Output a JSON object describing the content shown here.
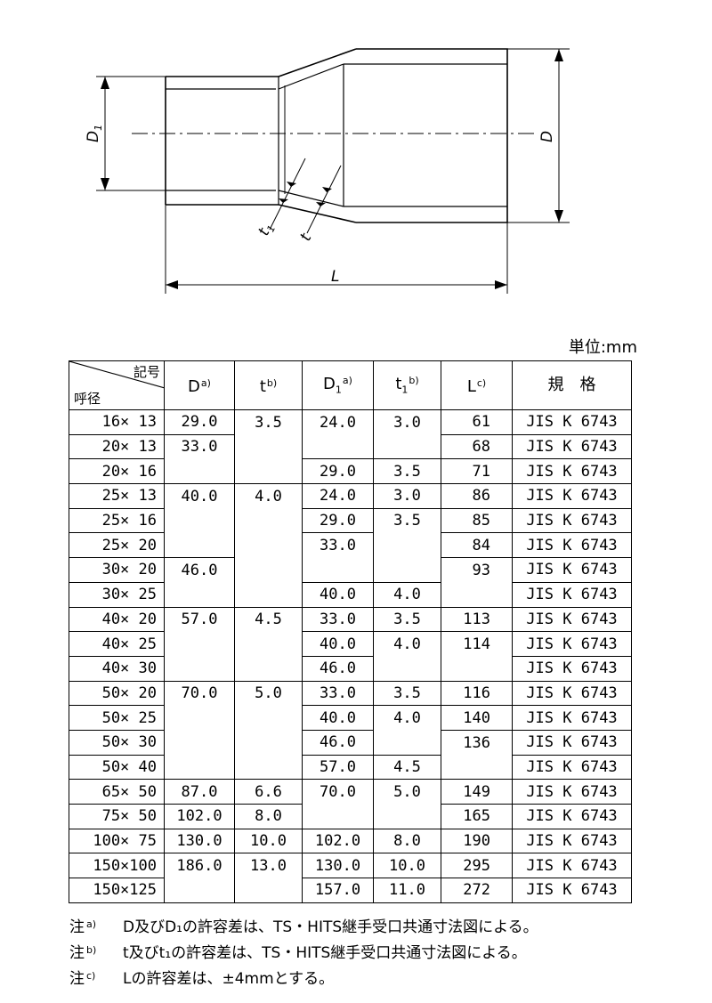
{
  "drawing": {
    "labels": {
      "d1": "D",
      "d1_sub": "1",
      "d": "D",
      "t1": "t",
      "t1_sub": "1",
      "t": "t",
      "l": "L"
    }
  },
  "unit_label": "単位:mm",
  "table": {
    "corner_top": "記号",
    "corner_bottom": "呼径",
    "headers": [
      {
        "main": "D",
        "sub": "",
        "sup": "a)"
      },
      {
        "main": "t",
        "sub": "",
        "sup": "b)"
      },
      {
        "main": "D",
        "sub": "1",
        "sup": "a)"
      },
      {
        "main": "t",
        "sub": "1",
        "sup": "b)"
      },
      {
        "main": "L",
        "sub": "",
        "sup": "c)"
      },
      {
        "main": "規　格",
        "sub": "",
        "sup": ""
      }
    ],
    "rows": [
      [
        "16× 13",
        "29.0",
        "3.5",
        "24.0",
        "3.0",
        "61",
        "JIS K 6743"
      ],
      [
        "20× 13",
        "33.0",
        "",
        "",
        "",
        "68",
        "JIS K 6743"
      ],
      [
        "20× 16",
        "",
        "",
        "29.0",
        "3.5",
        "71",
        "JIS K 6743"
      ],
      [
        "25× 13",
        "40.0",
        "4.0",
        "24.0",
        "3.0",
        "86",
        "JIS K 6743"
      ],
      [
        "25× 16",
        "",
        "",
        "29.0",
        "3.5",
        "85",
        "JIS K 6743"
      ],
      [
        "25× 20",
        "",
        "",
        "33.0",
        "",
        "84",
        "JIS K 6743"
      ],
      [
        "30× 20",
        "46.0",
        "",
        "",
        "",
        "93",
        "JIS K 6743"
      ],
      [
        "30× 25",
        "",
        "",
        "40.0",
        "4.0",
        "",
        "JIS K 6743"
      ],
      [
        "40× 20",
        "57.0",
        "4.5",
        "33.0",
        "3.5",
        "113",
        "JIS K 6743"
      ],
      [
        "40× 25",
        "",
        "",
        "40.0",
        "4.0",
        "114",
        "JIS K 6743"
      ],
      [
        "40× 30",
        "",
        "",
        "46.0",
        "",
        "",
        "JIS K 6743"
      ],
      [
        "50× 20",
        "70.0",
        "5.0",
        "33.0",
        "3.5",
        "116",
        "JIS K 6743"
      ],
      [
        "50× 25",
        "",
        "",
        "40.0",
        "4.0",
        "140",
        "JIS K 6743"
      ],
      [
        "50× 30",
        "",
        "",
        "46.0",
        "",
        "136",
        "JIS K 6743"
      ],
      [
        "50× 40",
        "",
        "",
        "57.0",
        "4.5",
        "",
        "JIS K 6743"
      ],
      [
        "65× 50",
        "87.0",
        "6.6",
        "70.0",
        "5.0",
        "149",
        "JIS K 6743"
      ],
      [
        "75× 50",
        "102.0",
        "8.0",
        "",
        "",
        "165",
        "JIS K 6743"
      ],
      [
        "100× 75",
        "130.0",
        "10.0",
        "102.0",
        "8.0",
        "190",
        "JIS K 6743"
      ],
      [
        "150×100",
        "186.0",
        "13.0",
        "130.0",
        "10.0",
        "295",
        "JIS K 6743"
      ],
      [
        "150×125",
        "",
        "",
        "157.0",
        "11.0",
        "272",
        "JIS K 6743"
      ]
    ]
  },
  "notes": [
    {
      "mark": "注",
      "sup": "a)",
      "text": "D及びD₁の許容差は、TS・HITS継手受口共通寸法図による。"
    },
    {
      "mark": "注",
      "sup": "b)",
      "text": "t及びt₁の許容差は、TS・HITS継手受口共通寸法図による。"
    },
    {
      "mark": "注",
      "sup": "c)",
      "text": "Lの許容差は、±4mmとする。"
    }
  ]
}
